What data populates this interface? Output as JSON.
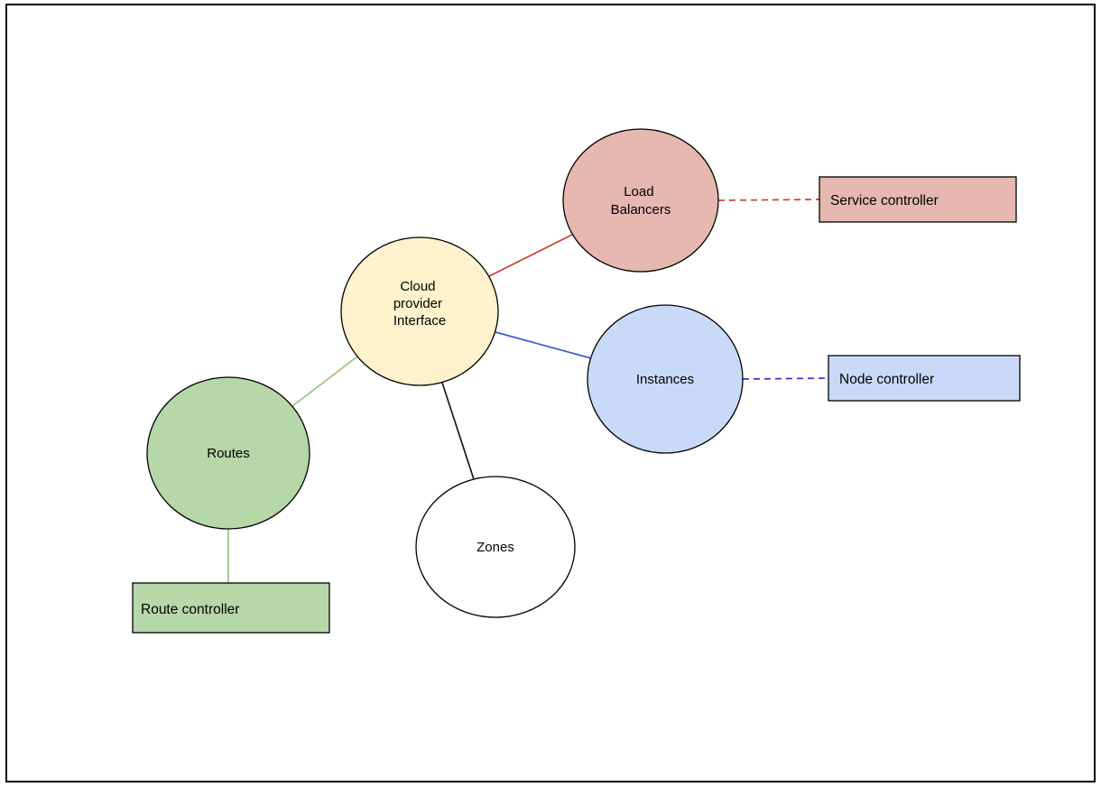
{
  "diagram": {
    "frame": {
      "background": "#ffffff",
      "border_color": "#000000"
    },
    "nodes": {
      "cloud": {
        "label": "Cloud provider Interface",
        "label_lines": [
          "Cloud",
          "provider",
          "Interface"
        ],
        "fill": "#fff2cc",
        "stroke": "#000000"
      },
      "load_balancers": {
        "label": "Load Balancers",
        "label_lines": [
          "Load",
          "Balancers"
        ],
        "fill": "#e6b8af",
        "stroke": "#000000"
      },
      "instances": {
        "label": "Instances",
        "fill": "#c9daf8",
        "stroke": "#000000"
      },
      "routes": {
        "label": "Routes",
        "fill": "#b6d7a8",
        "stroke": "#000000"
      },
      "zones": {
        "label": "Zones",
        "fill": "#ffffff",
        "stroke": "#000000"
      }
    },
    "controllers": {
      "service": {
        "label": "Service controller",
        "fill": "#e6b8af",
        "stroke": "#000000"
      },
      "node": {
        "label": "Node controller",
        "fill": "#c9daf8",
        "stroke": "#000000"
      },
      "route": {
        "label": "Route controller",
        "fill": "#b6d7a8",
        "stroke": "#000000"
      }
    },
    "edges": {
      "cloud_load_balancers": {
        "from": "Cloud provider Interface",
        "to": "Load Balancers",
        "color": "#cc4125",
        "style": "solid"
      },
      "load_balancers_service": {
        "from": "Load Balancers",
        "to": "Service controller",
        "color": "#cc4125",
        "style": "dashed"
      },
      "cloud_instances": {
        "from": "Cloud provider Interface",
        "to": "Instances",
        "color": "#3c5bd0",
        "style": "solid"
      },
      "instances_node": {
        "from": "Instances",
        "to": "Node controller",
        "color": "#3333cc",
        "style": "dashed"
      },
      "cloud_routes": {
        "from": "Cloud provider Interface",
        "to": "Routes",
        "color": "#93c47d",
        "style": "solid"
      },
      "routes_route_controller": {
        "from": "Routes",
        "to": "Route controller",
        "color": "#93c47d",
        "style": "solid"
      },
      "cloud_zones": {
        "from": "Cloud provider Interface",
        "to": "Zones",
        "color": "#1a1a1a",
        "style": "solid"
      }
    }
  }
}
